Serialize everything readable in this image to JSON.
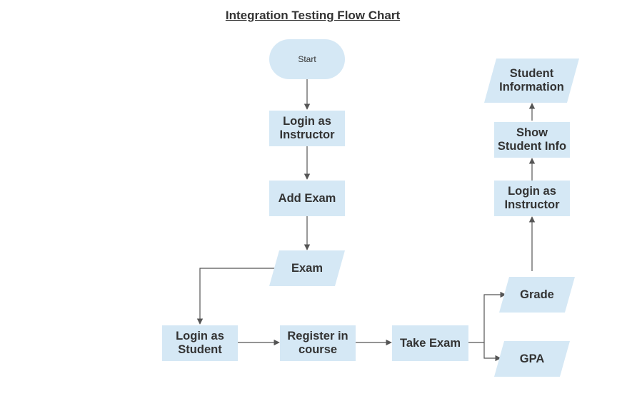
{
  "title": "Integration Testing Flow Chart",
  "nodes": {
    "start": "Start",
    "login_instructor_1": "Login as Instructor",
    "add_exam": "Add Exam",
    "exam": "Exam",
    "login_student": "Login as Student",
    "register_course": "Register in course",
    "take_exam": "Take Exam",
    "grade": "Grade",
    "gpa": "GPA",
    "login_instructor_2": "Login as Instructor",
    "show_student_info": "Show Student Info",
    "student_information": "Student Information"
  },
  "colors": {
    "node_fill": "#d5e8f5",
    "edge": "#555555",
    "text": "#333333"
  }
}
